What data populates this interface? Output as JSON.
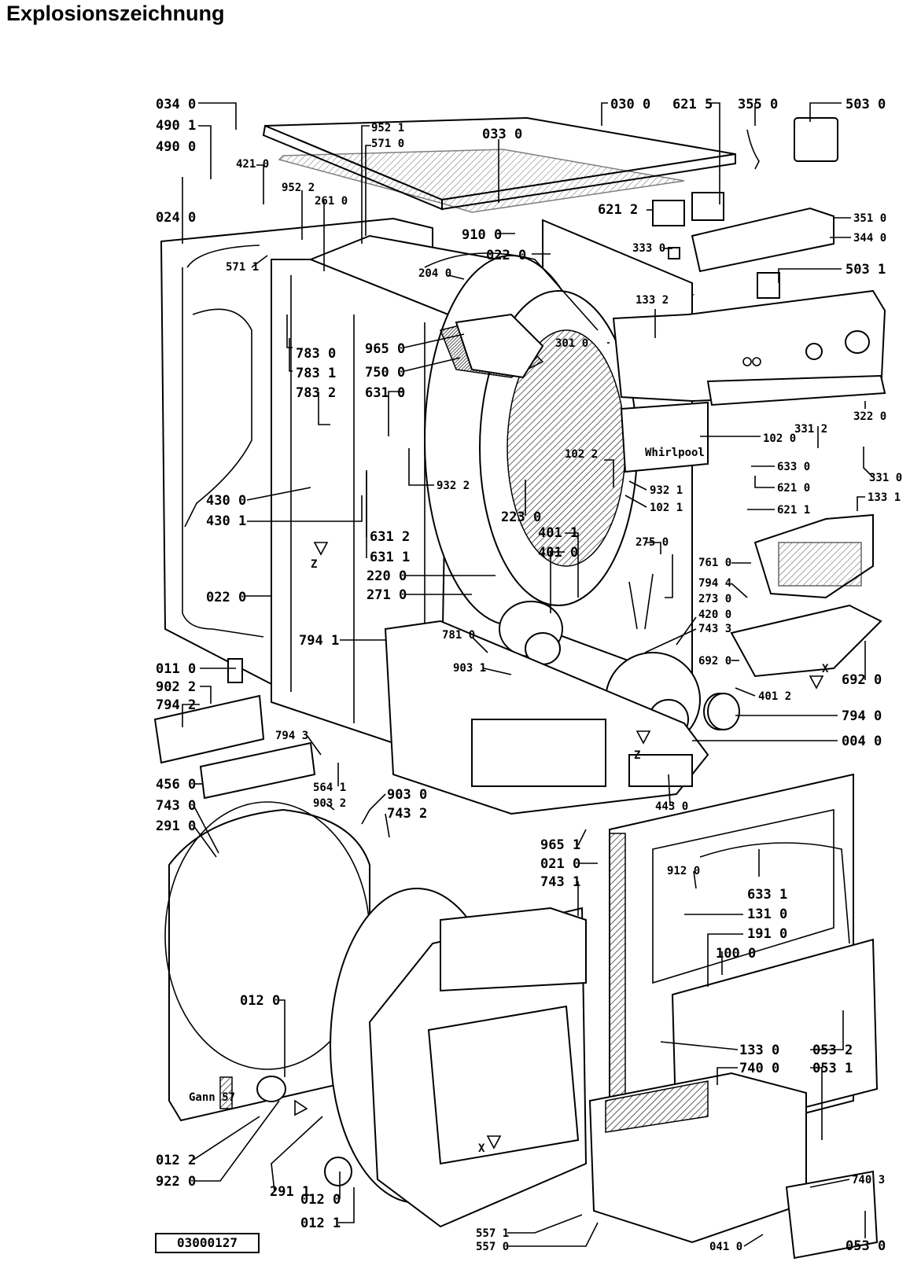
{
  "title": "Explosionszeichnung",
  "document_number": "03000127",
  "callouts": [
    "034 0",
    "490 1",
    "490 0",
    "421 0",
    "952 2",
    "952 1",
    "571 0",
    "033 0",
    "030 0",
    "621 5",
    "355 0",
    "503 0",
    "024 0",
    "261 0",
    "621 2",
    "351 0",
    "344 0",
    "910 0",
    "022 0",
    "333 0",
    "503 1",
    "571 1",
    "204 0",
    "783 0",
    "783 1",
    "783 2",
    "965 0",
    "750 0",
    "631 0",
    "133 2",
    "301 0",
    "322 0",
    "102 0",
    "331 2",
    "633 0",
    "331 0",
    "621 0",
    "932 2",
    "102 2",
    "932 1",
    "102 1",
    "621 1",
    "133 1",
    "430 0",
    "430 1",
    "631 2",
    "631 1",
    "223 0",
    "401 1",
    "401 0",
    "275 0",
    "761 0",
    "220 0",
    "271 0",
    "794 4",
    "273 0",
    "420 0",
    "743 3",
    "022 0",
    "794 1",
    "781 0",
    "692 0",
    "903 1",
    "692 0",
    "401 2",
    "794 0",
    "011 0",
    "902 2",
    "794 2",
    "794 3",
    "004 0",
    "456 0",
    "564 1",
    "903 2",
    "443 0",
    "743 0",
    "291 0",
    "903 0",
    "743 2",
    "965 1",
    "021 0",
    "743 1",
    "912 0",
    "633 1",
    "131 0",
    "191 0",
    "100 0",
    "012 0",
    "133 0",
    "053 2",
    "740 0",
    "053 1",
    "740 3",
    "012 2",
    "922 0",
    "291 1",
    "012 0",
    "012 1",
    "557 1",
    "557 0",
    "041 0",
    "053 0"
  ],
  "markers": {
    "z": "Z",
    "x": "X"
  },
  "decals": {
    "brand": "Whirlpool",
    "rating_plate": "Gann 57"
  }
}
